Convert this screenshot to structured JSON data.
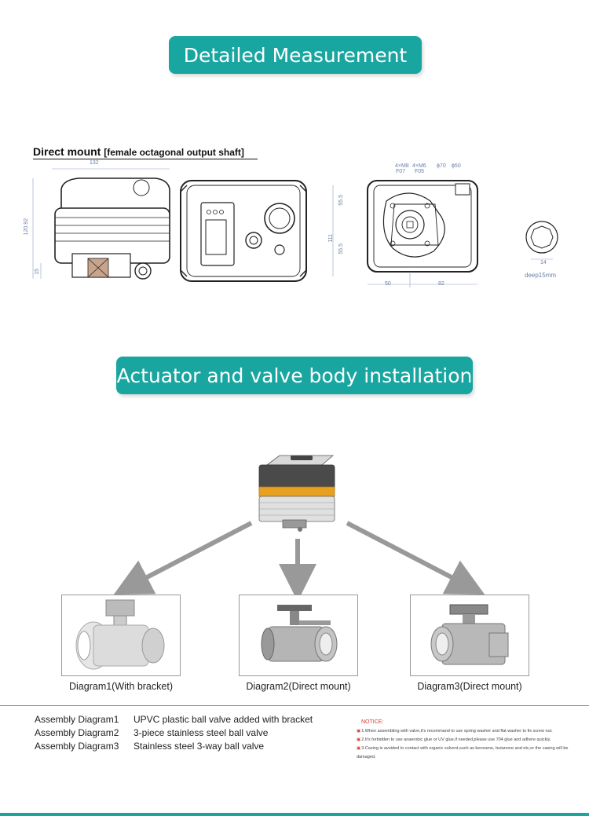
{
  "banners": {
    "measurement": "Detailed Measurement",
    "installation": "Actuator and valve body installation"
  },
  "direct_mount": {
    "title": "Direct mount",
    "subtitle": "[female octagonal output shaft]"
  },
  "dimensions": {
    "d132": "132",
    "d12092": "120.92",
    "d15": "15",
    "d555a": "55.5",
    "d111": "111",
    "d555b": "55.5",
    "d4m8": "4×M8",
    "d4m6": "4×M6",
    "f07": "F07",
    "f05": "F05",
    "phi70": "ϕ70",
    "phi50": "ϕ50",
    "d50": "50",
    "d82": "82",
    "d14": "14",
    "deep": "deep15mm"
  },
  "diagrams": [
    {
      "caption": "Diagram1(With bracket)"
    },
    {
      "caption": "Diagram2(Direct mount)"
    },
    {
      "caption": "Diagram3(Direct mount)"
    }
  ],
  "assembly": [
    {
      "name": "Assembly Diagram1",
      "desc": "UPVC plastic ball valve added with bracket"
    },
    {
      "name": "Assembly Diagram2",
      "desc": "3-piece stainless steel ball valve"
    },
    {
      "name": "Assembly Diagram3",
      "desc": "Stainless steel 3-way ball valve"
    }
  ],
  "notice": {
    "title": "NOTICE:",
    "items": [
      "1.When assembling with valve,it's recommand to use spring washer and flat washer to fix screw nut.",
      "2.It's forbidden to use anaerobic glue or UV glue,if needed,please use 704 glue and adhere quickly.",
      "3.Casing is avoided to contact with organic solvent,such as kerosene, butanone and etc,or the casing will be damaged."
    ]
  },
  "colors": {
    "accent": "#1aa6a0",
    "actuator_band": "#e8a020",
    "notice_red": "#d23b2f",
    "dimension_blue": "#6a7fa8"
  }
}
